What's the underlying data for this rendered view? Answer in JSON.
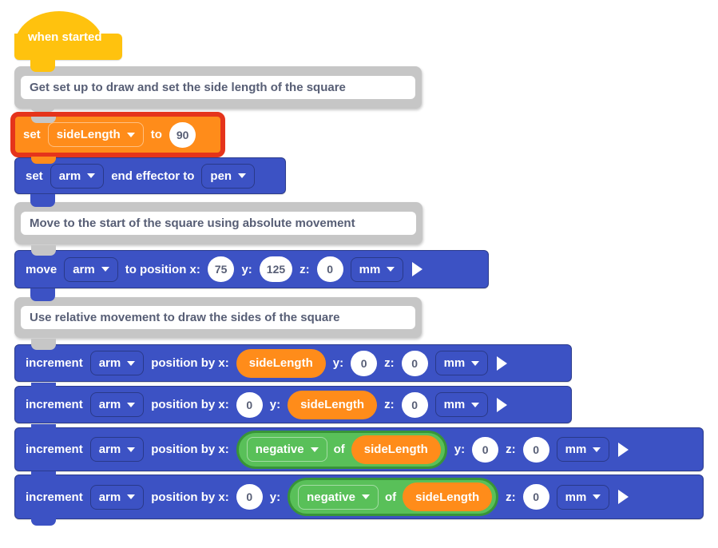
{
  "colors": {
    "block_blue": "#3C52C4",
    "block_orange": "#FF8C1A",
    "block_green": "#59C059",
    "green_border": "#389438",
    "hat_yellow": "#FFC20E",
    "comment_gray": "#C6C6C6",
    "highlight_red": "#E5341B",
    "field_text": "#575E75",
    "block_text": "#FFFFFF"
  },
  "script": {
    "hat": {
      "label": "when started"
    },
    "comments": {
      "setup": "Get set up to draw and set the side length of the square",
      "absolute": "Move to the start of the square using absolute movement",
      "relative": "Use relative movement to draw the sides of the square"
    },
    "set_variable": {
      "keyword": "set",
      "variable": "sideLength",
      "to": "to",
      "value": "90"
    },
    "set_effector": {
      "keyword": "set",
      "device": "arm",
      "label": "end effector to",
      "tool": "pen"
    },
    "move_absolute": {
      "keyword": "move",
      "device": "arm",
      "label": "to position x:",
      "x": "75",
      "y_label": "y:",
      "y": "125",
      "z_label": "z:",
      "z": "0",
      "unit": "mm"
    },
    "increments": [
      {
        "keyword": "increment",
        "device": "arm",
        "label": "position by x:",
        "x_var": "sideLength",
        "y_label": "y:",
        "y": "0",
        "z_label": "z:",
        "z": "0",
        "unit": "mm"
      },
      {
        "keyword": "increment",
        "device": "arm",
        "label": "position by x:",
        "x": "0",
        "y_label": "y:",
        "y_var": "sideLength",
        "z_label": "z:",
        "z": "0",
        "unit": "mm"
      },
      {
        "keyword": "increment",
        "device": "arm",
        "label": "position by x:",
        "op": "negative",
        "of": "of",
        "x_var": "sideLength",
        "y_label": "y:",
        "y": "0",
        "z_label": "z:",
        "z": "0",
        "unit": "mm"
      },
      {
        "keyword": "increment",
        "device": "arm",
        "label": "position by x:",
        "x": "0",
        "y_label": "y:",
        "op": "negative",
        "of": "of",
        "y_var": "sideLength",
        "z_label": "z:",
        "z": "0",
        "unit": "mm"
      }
    ]
  }
}
